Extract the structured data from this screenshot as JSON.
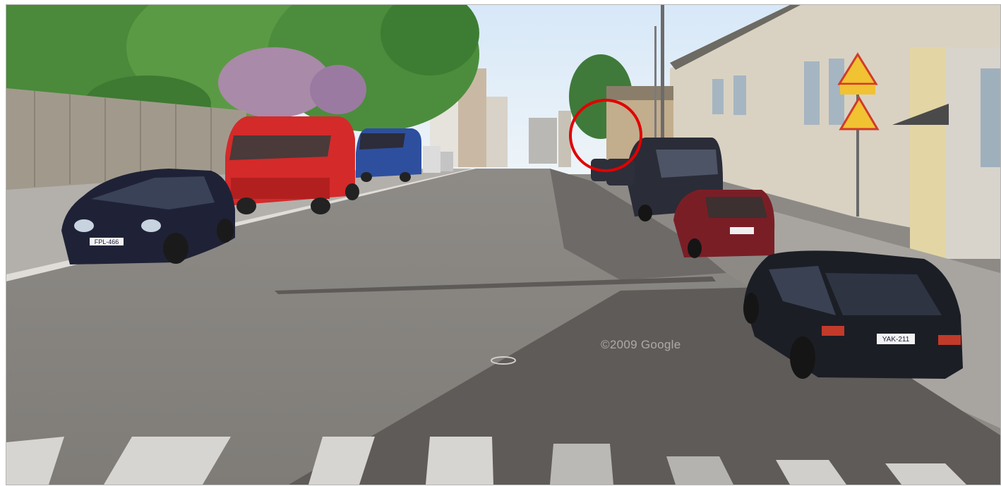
{
  "scene": {
    "watermark": "©2009 Google",
    "plates": {
      "left_car": "FPL-466",
      "right_car": "YAK-211"
    },
    "highlight_color": "#e10000",
    "sky_color": "#dfeefa",
    "road_color": "#8d8a86"
  }
}
